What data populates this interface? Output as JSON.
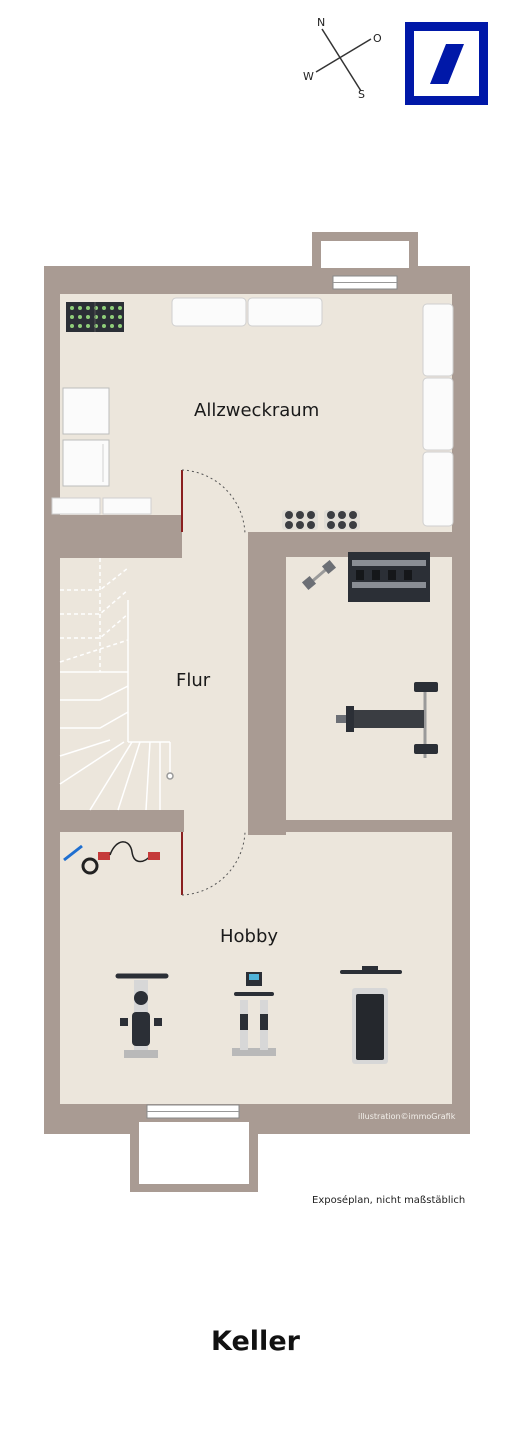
{
  "compass": {
    "north": "N",
    "east": "O",
    "south": "S",
    "west": "W"
  },
  "logo": {
    "name": "bank-logo",
    "color": "#0018a8"
  },
  "rooms": [
    {
      "id": "allzweckraum",
      "label": "Allzweckraum"
    },
    {
      "id": "flur",
      "label": "Flur"
    },
    {
      "id": "hobby",
      "label": "Hobby"
    }
  ],
  "credit": "illustration©immoGrafik",
  "note": "Exposéplan, nicht maßstäblich",
  "floor_title": "Keller",
  "colors": {
    "wall": "#a99b93",
    "floor": "#ece6dc",
    "door_leaf": "#8a1f1f",
    "equipment": "#2b2f36"
  },
  "icons": [
    "compass-icon",
    "bank-logo-icon",
    "beverage-crates-icon",
    "washing-machine-icon",
    "dryer-icon",
    "weight-plates-icon",
    "dumbbell-rack-icon",
    "dumbbell-icon",
    "weight-bench-icon",
    "jump-rope-icon",
    "exercise-bike-icon",
    "elliptical-trainer-icon",
    "abdominal-bench-icon",
    "staircase-icon"
  ]
}
